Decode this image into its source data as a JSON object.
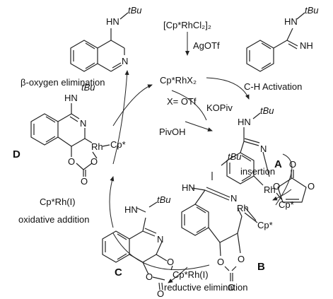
{
  "reagents": {
    "dimer": "[Cp*RhCl₂]₂",
    "agotf": "AgOTf",
    "active_catalyst": "Cp*RhX₂",
    "x_def": "X= OTf",
    "kopiv": "KOPiv",
    "pivoh": "PivOH",
    "ch_activation": "C-H Activation",
    "insertion": "insertion",
    "beta_elim": "-oxygen elimination",
    "beta_symbol": "β",
    "ox_add_reagent": "Cp*Rh(I)",
    "ox_add": "oxidative addition",
    "red_elim_reagent": "Cp*Rh(I)",
    "red_elim": "reductive elimination"
  },
  "compounds": {
    "A": "A",
    "B": "B",
    "C": "C",
    "D": "D"
  },
  "atoms": {
    "tbu": "tBu",
    "t": "t",
    "bu": "Bu",
    "hn": "HN",
    "nh": "NH",
    "n": "N",
    "rh": "Rh",
    "cp": "Cp*",
    "o": "O"
  }
}
